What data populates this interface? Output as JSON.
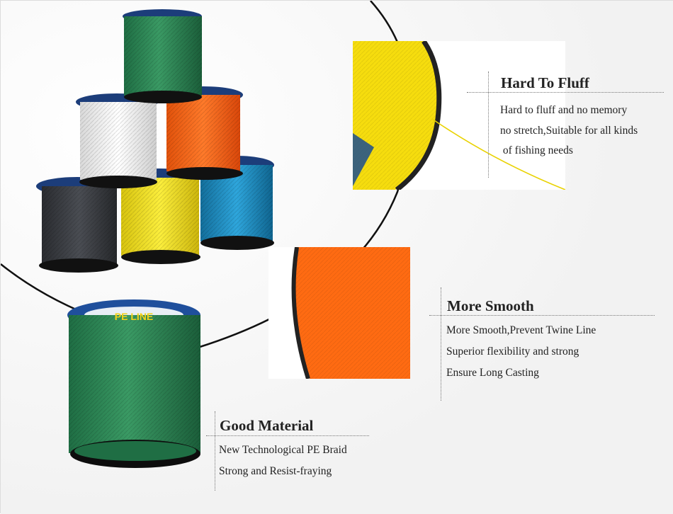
{
  "features": {
    "hard_to_fluff": {
      "title": "Hard To Fluff",
      "lines": [
        "Hard to fluff and no memory",
        "no stretch,Suitable for all kinds",
        " of fishing needs"
      ]
    },
    "more_smooth": {
      "title": "More Smooth",
      "lines": [
        "More Smooth,Prevent Twine Line",
        "Superior flexibility and strong",
        "Ensure Long Casting"
      ]
    },
    "good_material": {
      "title": "Good Material",
      "lines": [
        "New Technological PE Braid",
        "Strong and Resist-fraying"
      ]
    }
  },
  "spool_label_text": "PE LINE",
  "colors": {
    "green": "#2e8b57",
    "white": "#f2f2f2",
    "orange": "#ff6a1a",
    "black": "#3a3d42",
    "yellow": "#f4e21c",
    "blue": "#1f8fc4"
  }
}
